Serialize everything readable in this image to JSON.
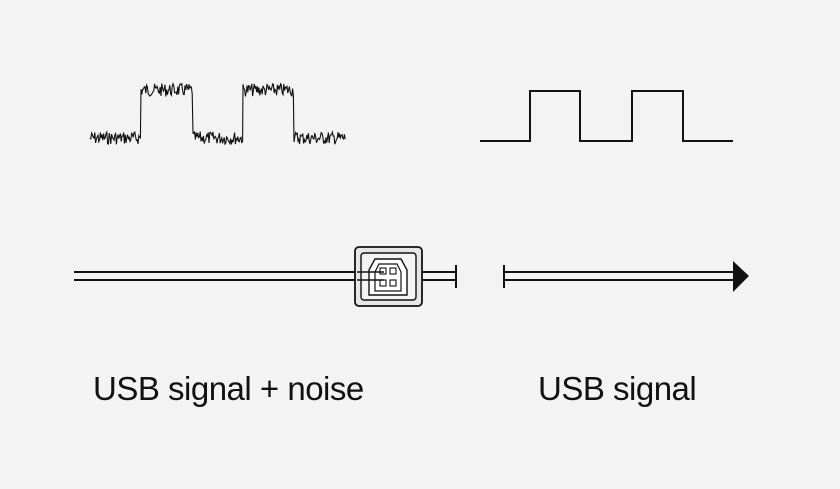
{
  "labels": {
    "left": "USB signal + noise",
    "right": "USB signal"
  },
  "waveform": {
    "levels": [
      0,
      1,
      0,
      1,
      0
    ],
    "noisy": true
  },
  "icons": {
    "connector": "usb-b-connector-icon",
    "arrow": "arrow-right-icon"
  },
  "colors": {
    "background": "#f3f3f3",
    "stroke": "#111111",
    "connector_fill": "#e2e2e2"
  }
}
